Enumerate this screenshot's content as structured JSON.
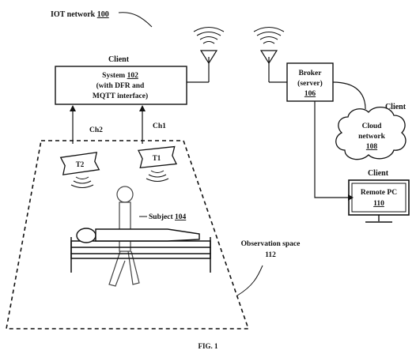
{
  "header": {
    "network_label": "IOT network",
    "network_ref": "100"
  },
  "system": {
    "role": "Client",
    "line1_text": "System",
    "line1_ref": "102",
    "line2": "(with DFR and",
    "line3": "MQTT interface)"
  },
  "channels": {
    "ch1": "Ch1",
    "ch2": "Ch2"
  },
  "transceivers": {
    "t1": "T1",
    "t2": "T2"
  },
  "subject": {
    "label_text": "Subject",
    "ref": "104"
  },
  "observation": {
    "line1": "Observation space",
    "ref": "112"
  },
  "broker": {
    "line1": "Broker",
    "line2": "(server)",
    "ref": "106"
  },
  "cloud": {
    "role": "Client",
    "line1": "Cloud",
    "line2": "network",
    "ref": "108"
  },
  "remote_pc": {
    "role": "Client",
    "label_text": "Remote PC",
    "ref": "110"
  },
  "figure": {
    "caption": "FIG. 1"
  }
}
